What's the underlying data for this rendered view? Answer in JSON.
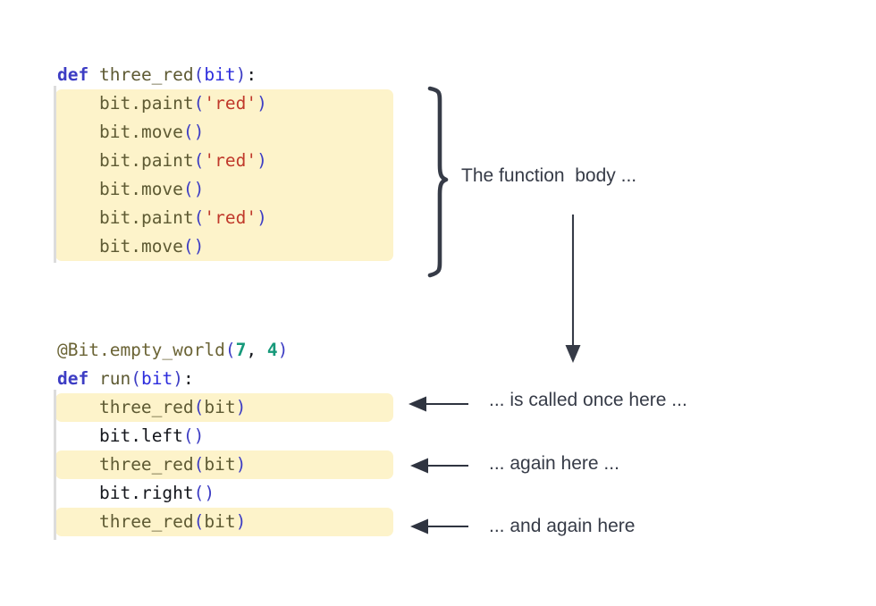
{
  "figure": {
    "title": "Python function definition and calls with annotations",
    "background": "#ffffff",
    "colors": {
      "highlight": "#fdf3ca",
      "gutter": "#dcdcdc",
      "keyword": "#3d3dc4",
      "name": "#5e5a33",
      "punctuation": "#3d3dc4",
      "string": "#c0392b",
      "number": "#16997a",
      "plain_dark": "#14161c",
      "annotation": "#363b47"
    }
  },
  "code_block_definition": {
    "name": "three-red-definition",
    "lines": [
      {
        "highlighted": false,
        "tokens": [
          {
            "text": "def",
            "cls": "t-kw"
          },
          {
            "text": " ",
            "cls": "t-plain"
          },
          {
            "text": "three_red",
            "cls": "t-name"
          },
          {
            "text": "(",
            "cls": "t-punc"
          },
          {
            "text": "bit",
            "cls": "t-darkp"
          },
          {
            "text": ")",
            "cls": "t-punc"
          },
          {
            "text": ":",
            "cls": "t-colon"
          }
        ]
      },
      {
        "highlighted": true,
        "tokens": [
          {
            "text": "    ",
            "cls": "t-plain"
          },
          {
            "text": "bit",
            "cls": "t-name"
          },
          {
            "text": ".",
            "cls": "t-name"
          },
          {
            "text": "paint",
            "cls": "t-name"
          },
          {
            "text": "(",
            "cls": "t-punc"
          },
          {
            "text": "'red'",
            "cls": "t-str"
          },
          {
            "text": ")",
            "cls": "t-punc"
          }
        ]
      },
      {
        "highlighted": true,
        "tokens": [
          {
            "text": "    ",
            "cls": "t-plain"
          },
          {
            "text": "bit",
            "cls": "t-name"
          },
          {
            "text": ".",
            "cls": "t-name"
          },
          {
            "text": "move",
            "cls": "t-name"
          },
          {
            "text": "()",
            "cls": "t-punc"
          }
        ]
      },
      {
        "highlighted": true,
        "tokens": [
          {
            "text": "    ",
            "cls": "t-plain"
          },
          {
            "text": "bit",
            "cls": "t-name"
          },
          {
            "text": ".",
            "cls": "t-name"
          },
          {
            "text": "paint",
            "cls": "t-name"
          },
          {
            "text": "(",
            "cls": "t-punc"
          },
          {
            "text": "'red'",
            "cls": "t-str"
          },
          {
            "text": ")",
            "cls": "t-punc"
          }
        ]
      },
      {
        "highlighted": true,
        "tokens": [
          {
            "text": "    ",
            "cls": "t-plain"
          },
          {
            "text": "bit",
            "cls": "t-name"
          },
          {
            "text": ".",
            "cls": "t-name"
          },
          {
            "text": "move",
            "cls": "t-name"
          },
          {
            "text": "()",
            "cls": "t-punc"
          }
        ]
      },
      {
        "highlighted": true,
        "tokens": [
          {
            "text": "    ",
            "cls": "t-plain"
          },
          {
            "text": "bit",
            "cls": "t-name"
          },
          {
            "text": ".",
            "cls": "t-name"
          },
          {
            "text": "paint",
            "cls": "t-name"
          },
          {
            "text": "(",
            "cls": "t-punc"
          },
          {
            "text": "'red'",
            "cls": "t-str"
          },
          {
            "text": ")",
            "cls": "t-punc"
          }
        ]
      },
      {
        "highlighted": true,
        "tokens": [
          {
            "text": "    ",
            "cls": "t-plain"
          },
          {
            "text": "bit",
            "cls": "t-name"
          },
          {
            "text": ".",
            "cls": "t-name"
          },
          {
            "text": "move",
            "cls": "t-name"
          },
          {
            "text": "()",
            "cls": "t-punc"
          }
        ]
      }
    ],
    "plain_text": "def three_red(bit):\n    bit.paint('red')\n    bit.move()\n    bit.paint('red')\n    bit.move()\n    bit.paint('red')\n    bit.move()"
  },
  "code_block_run": {
    "name": "run-function",
    "lines": [
      {
        "highlighted": false,
        "tokens": [
          {
            "text": "@Bit.empty_world",
            "cls": "t-deco"
          },
          {
            "text": "(",
            "cls": "t-punc"
          },
          {
            "text": "7",
            "cls": "t-num"
          },
          {
            "text": ",",
            "cls": "t-colon"
          },
          {
            "text": " ",
            "cls": "t-plain"
          },
          {
            "text": "4",
            "cls": "t-num"
          },
          {
            "text": ")",
            "cls": "t-punc"
          }
        ]
      },
      {
        "highlighted": false,
        "tokens": [
          {
            "text": "def",
            "cls": "t-kw"
          },
          {
            "text": " ",
            "cls": "t-plain"
          },
          {
            "text": "run",
            "cls": "t-name"
          },
          {
            "text": "(",
            "cls": "t-punc"
          },
          {
            "text": "bit",
            "cls": "t-darkp"
          },
          {
            "text": ")",
            "cls": "t-punc"
          },
          {
            "text": ":",
            "cls": "t-colon"
          }
        ]
      },
      {
        "highlighted": true,
        "tokens": [
          {
            "text": "    ",
            "cls": "t-plain"
          },
          {
            "text": "three_red",
            "cls": "t-name"
          },
          {
            "text": "(",
            "cls": "t-punc"
          },
          {
            "text": "bit",
            "cls": "t-name"
          },
          {
            "text": ")",
            "cls": "t-punc"
          }
        ]
      },
      {
        "highlighted": false,
        "tokens": [
          {
            "text": "    ",
            "cls": "t-plain"
          },
          {
            "text": "bit",
            "cls": "t-dark"
          },
          {
            "text": ".",
            "cls": "t-dark"
          },
          {
            "text": "left",
            "cls": "t-dark"
          },
          {
            "text": "()",
            "cls": "t-punc"
          }
        ]
      },
      {
        "highlighted": true,
        "tokens": [
          {
            "text": "    ",
            "cls": "t-plain"
          },
          {
            "text": "three_red",
            "cls": "t-name"
          },
          {
            "text": "(",
            "cls": "t-punc"
          },
          {
            "text": "bit",
            "cls": "t-name"
          },
          {
            "text": ")",
            "cls": "t-punc"
          }
        ]
      },
      {
        "highlighted": false,
        "tokens": [
          {
            "text": "    ",
            "cls": "t-plain"
          },
          {
            "text": "bit",
            "cls": "t-dark"
          },
          {
            "text": ".",
            "cls": "t-dark"
          },
          {
            "text": "right",
            "cls": "t-dark"
          },
          {
            "text": "()",
            "cls": "t-punc"
          }
        ]
      },
      {
        "highlighted": true,
        "tokens": [
          {
            "text": "    ",
            "cls": "t-plain"
          },
          {
            "text": "three_red",
            "cls": "t-name"
          },
          {
            "text": "(",
            "cls": "t-punc"
          },
          {
            "text": "bit",
            "cls": "t-name"
          },
          {
            "text": ")",
            "cls": "t-punc"
          }
        ]
      }
    ],
    "plain_text": "@Bit.empty_world(7, 4)\ndef run(bit):\n    three_red(bit)\n    bit.left()\n    three_red(bit)\n    bit.right()\n    three_red(bit)"
  },
  "annotations": {
    "brace_label": "The function  body ...",
    "call_once": "... is called once here ...",
    "call_again": "... again here ...",
    "call_and_again": "... and again here",
    "icons": {
      "brace": "right-curly-brace",
      "flow": "down-arrow",
      "pointer": "left-arrow"
    }
  }
}
